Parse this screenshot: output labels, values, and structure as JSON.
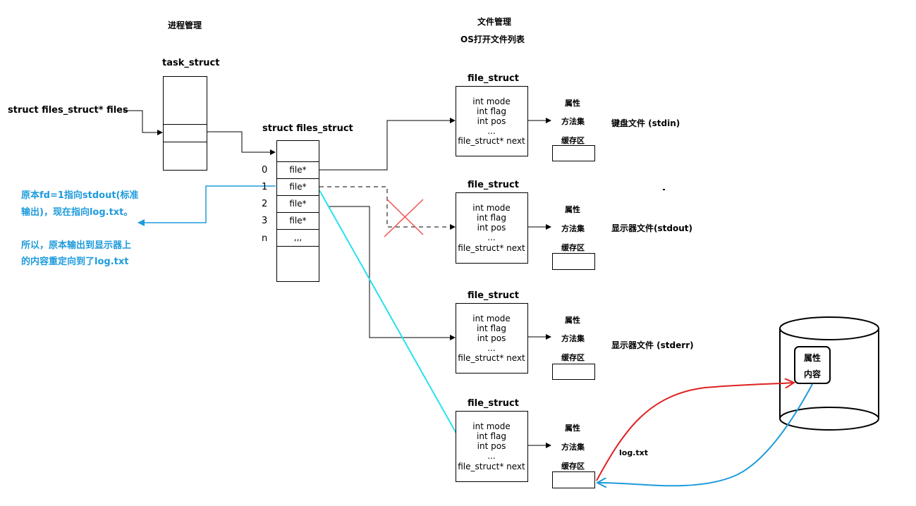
{
  "titles": {
    "process_mgmt": "进程管理",
    "file_mgmt": "文件管理",
    "os_open_list": "OS打开文件列表"
  },
  "task_struct": {
    "label": "task_struct"
  },
  "files_pointer": {
    "label": "struct files_struct* files"
  },
  "files_struct": {
    "label": "struct files_struct",
    "rows": [
      {
        "index": "0",
        "cell": "file*"
      },
      {
        "index": "1",
        "cell": "file*"
      },
      {
        "index": "2",
        "cell": "file*"
      },
      {
        "index": "3",
        "cell": "file*"
      },
      {
        "index": "n",
        "cell": ",,,"
      }
    ]
  },
  "file_structs": [
    {
      "title": "file_struct",
      "fields": [
        "int  mode",
        "int  flag",
        "int  pos",
        "...",
        "file_struct*  next"
      ],
      "attr": "属性",
      "methods": "方法集",
      "buffer": "缓存区",
      "target": "键盘文件 (stdin)"
    },
    {
      "title": "file_struct",
      "fields": [
        "int  mode",
        "int  flag",
        "int  pos",
        "...",
        "file_struct*  next"
      ],
      "attr": "属性",
      "methods": "方法集",
      "buffer": "缓存区",
      "target": "显示器文件(stdout)"
    },
    {
      "title": "file_struct",
      "fields": [
        "int  mode",
        "int  flag",
        "int  pos",
        "...",
        "file_struct*  next"
      ],
      "attr": "属性",
      "methods": "方法集",
      "buffer": "缓存区",
      "target": "显示器文件 (stderr)"
    },
    {
      "title": "file_struct",
      "fields": [
        "int  mode",
        "int  flag",
        "int  pos",
        "...",
        "file_struct*  next"
      ],
      "attr": "属性",
      "methods": "方法集",
      "buffer": "缓存区",
      "target": ""
    }
  ],
  "annotation": {
    "line1": "原本fd=1指向stdout(标准",
    "line2": "输出)，现在指向log.txt。",
    "line3": "所以，原本输出到显示器上",
    "line4": "的内容重定向到了log.txt"
  },
  "disk": {
    "attr": "属性",
    "content": "内容"
  },
  "log_label": "log.txt",
  "colors": {
    "blue": "#1e9bdc",
    "cyan": "#28e0ee",
    "red": "#e02020",
    "cross": "#f05050"
  }
}
